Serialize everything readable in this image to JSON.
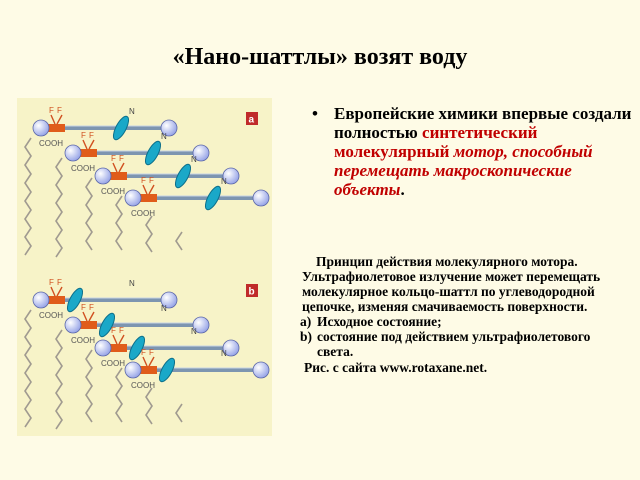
{
  "slide": {
    "title": "«Нано-шаттлы» возят воду",
    "bullet": {
      "marker": "•",
      "part1": "Европейские химики впервые создали полностью ",
      "part2": "синтетический молекулярный ",
      "part3": "мотор, способный перемещать макроскопические объекты",
      "part4": "."
    },
    "description": {
      "paragraph": "Принцип действия молекулярного мотора. Ультрафиолетовое излучение может перемещать молекулярное кольцо-шаттл по углеводородной цепочке, изменяя смачиваемость поверхности.",
      "items": [
        {
          "marker": "a)",
          "text": "Исходное состояние;"
        },
        {
          "marker": "b)",
          "text": "состояние под действием ультрафиолетового света."
        }
      ],
      "citation": "Рис. с сайта www.rotaxane.net."
    },
    "figure": {
      "panel_a_label": "a",
      "panel_b_label": "b",
      "label_cooh": "COOH",
      "label_n": "N",
      "label_f": "F",
      "colors": {
        "panel_bg": "#f7f3c8",
        "page_bg": "#fefbe6",
        "bond": "#a09a90",
        "axle": "#7d95b0",
        "ring": "#1aa8c8",
        "stopper": "#9ba8e8",
        "orange_block": "#e05c1a",
        "fluorine": "#d05020",
        "label_box": "#c02a2a",
        "accent_text": "#c00000"
      }
    }
  }
}
